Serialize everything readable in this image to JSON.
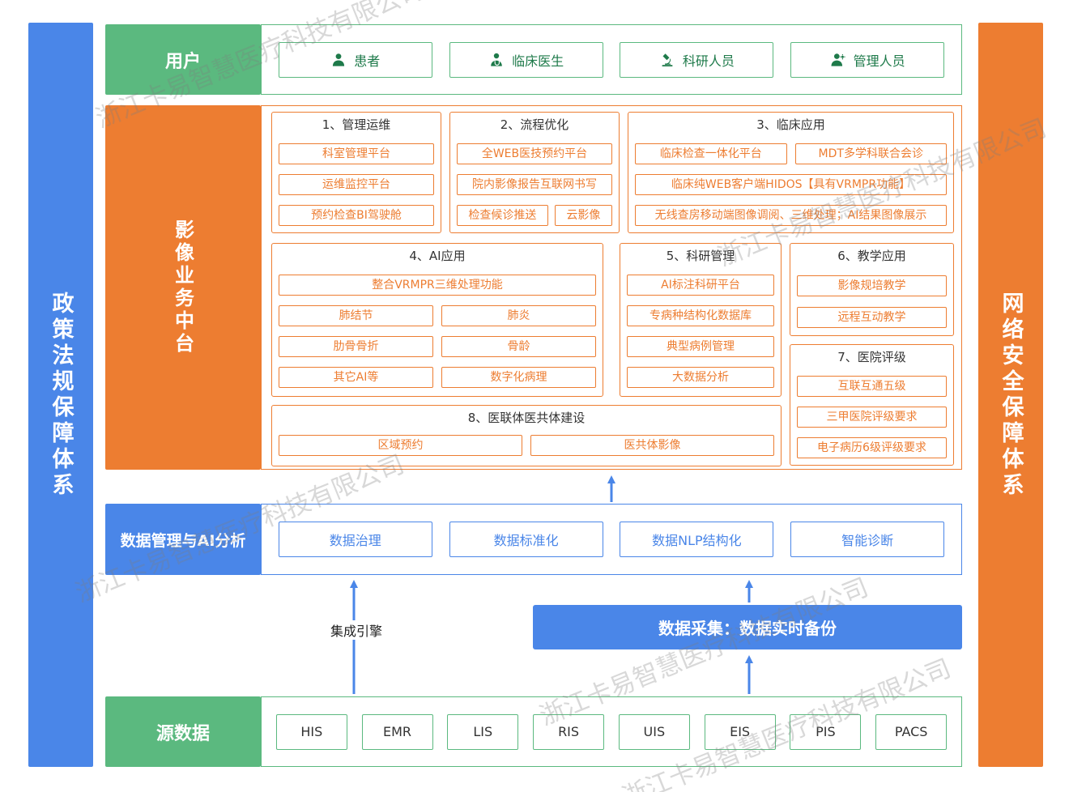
{
  "watermark": {
    "text": "浙江卡易智慧医疗科技有限公司"
  },
  "colors": {
    "green": "#5bb97f",
    "orange": "#ed7d31",
    "blue": "#4a86e8"
  },
  "pillars": {
    "left": "政策法规保障体系",
    "right": "网络安全保障体系"
  },
  "users_row": {
    "label": "用户",
    "items": [
      {
        "icon": "patient-icon",
        "label": "患者"
      },
      {
        "icon": "doctor-icon",
        "label": "临床医生"
      },
      {
        "icon": "microscope-icon",
        "label": "科研人员"
      },
      {
        "icon": "admin-icon",
        "label": "管理人员"
      }
    ]
  },
  "imaging": {
    "label": "影像业务中台",
    "group1": {
      "title": "1、管理运维",
      "items": [
        "科室管理平台",
        "运维监控平台",
        "预约检查BI驾驶舱"
      ]
    },
    "group2": {
      "title": "2、流程优化",
      "item1": "全WEB医技预约平台",
      "item2": "院内影像报告互联网书写",
      "item3": "检查候诊推送",
      "item4": "云影像"
    },
    "group3": {
      "title": "3、临床应用",
      "item1": "临床检查一体化平台",
      "item2": "MDT多学科联合会诊",
      "item3": "临床纯WEB客户端HIDOS【具有VRMPR功能】",
      "item4": "无线查房移动端图像调阅、三维处理；AI结果图像展示"
    },
    "group4": {
      "title": "4、AI应用",
      "item1": "整合VRMPR三维处理功能",
      "grid": [
        "肺结节",
        "肺炎",
        "肋骨骨折",
        "骨龄",
        "其它AI等",
        "数字化病理"
      ]
    },
    "group5": {
      "title": "5、科研管理",
      "items": [
        "AI标注科研平台",
        "专病种结构化数据库",
        "典型病例管理",
        "大数据分析"
      ]
    },
    "group6": {
      "title": "6、教学应用",
      "items": [
        "影像规培教学",
        "远程互动教学"
      ]
    },
    "group7": {
      "title": "7、医院评级",
      "items": [
        "互联互通五级",
        "三甲医院评级要求",
        "电子病历6级评级要求"
      ]
    },
    "group8": {
      "title": "8、医联体医共体建设",
      "items": [
        "区域预约",
        "医共体影像"
      ]
    }
  },
  "data_mgmt": {
    "label": "数据管理与AI分析",
    "items": [
      "数据治理",
      "数据标准化",
      "数据NLP结构化",
      "智能诊断"
    ]
  },
  "middle": {
    "integration_engine": "集成引擎",
    "data_collection": "数据采集：数据实时备份"
  },
  "source_row": {
    "label": "源数据",
    "items": [
      "HIS",
      "EMR",
      "LIS",
      "RIS",
      "UIS",
      "EIS",
      "PIS",
      "PACS"
    ]
  }
}
